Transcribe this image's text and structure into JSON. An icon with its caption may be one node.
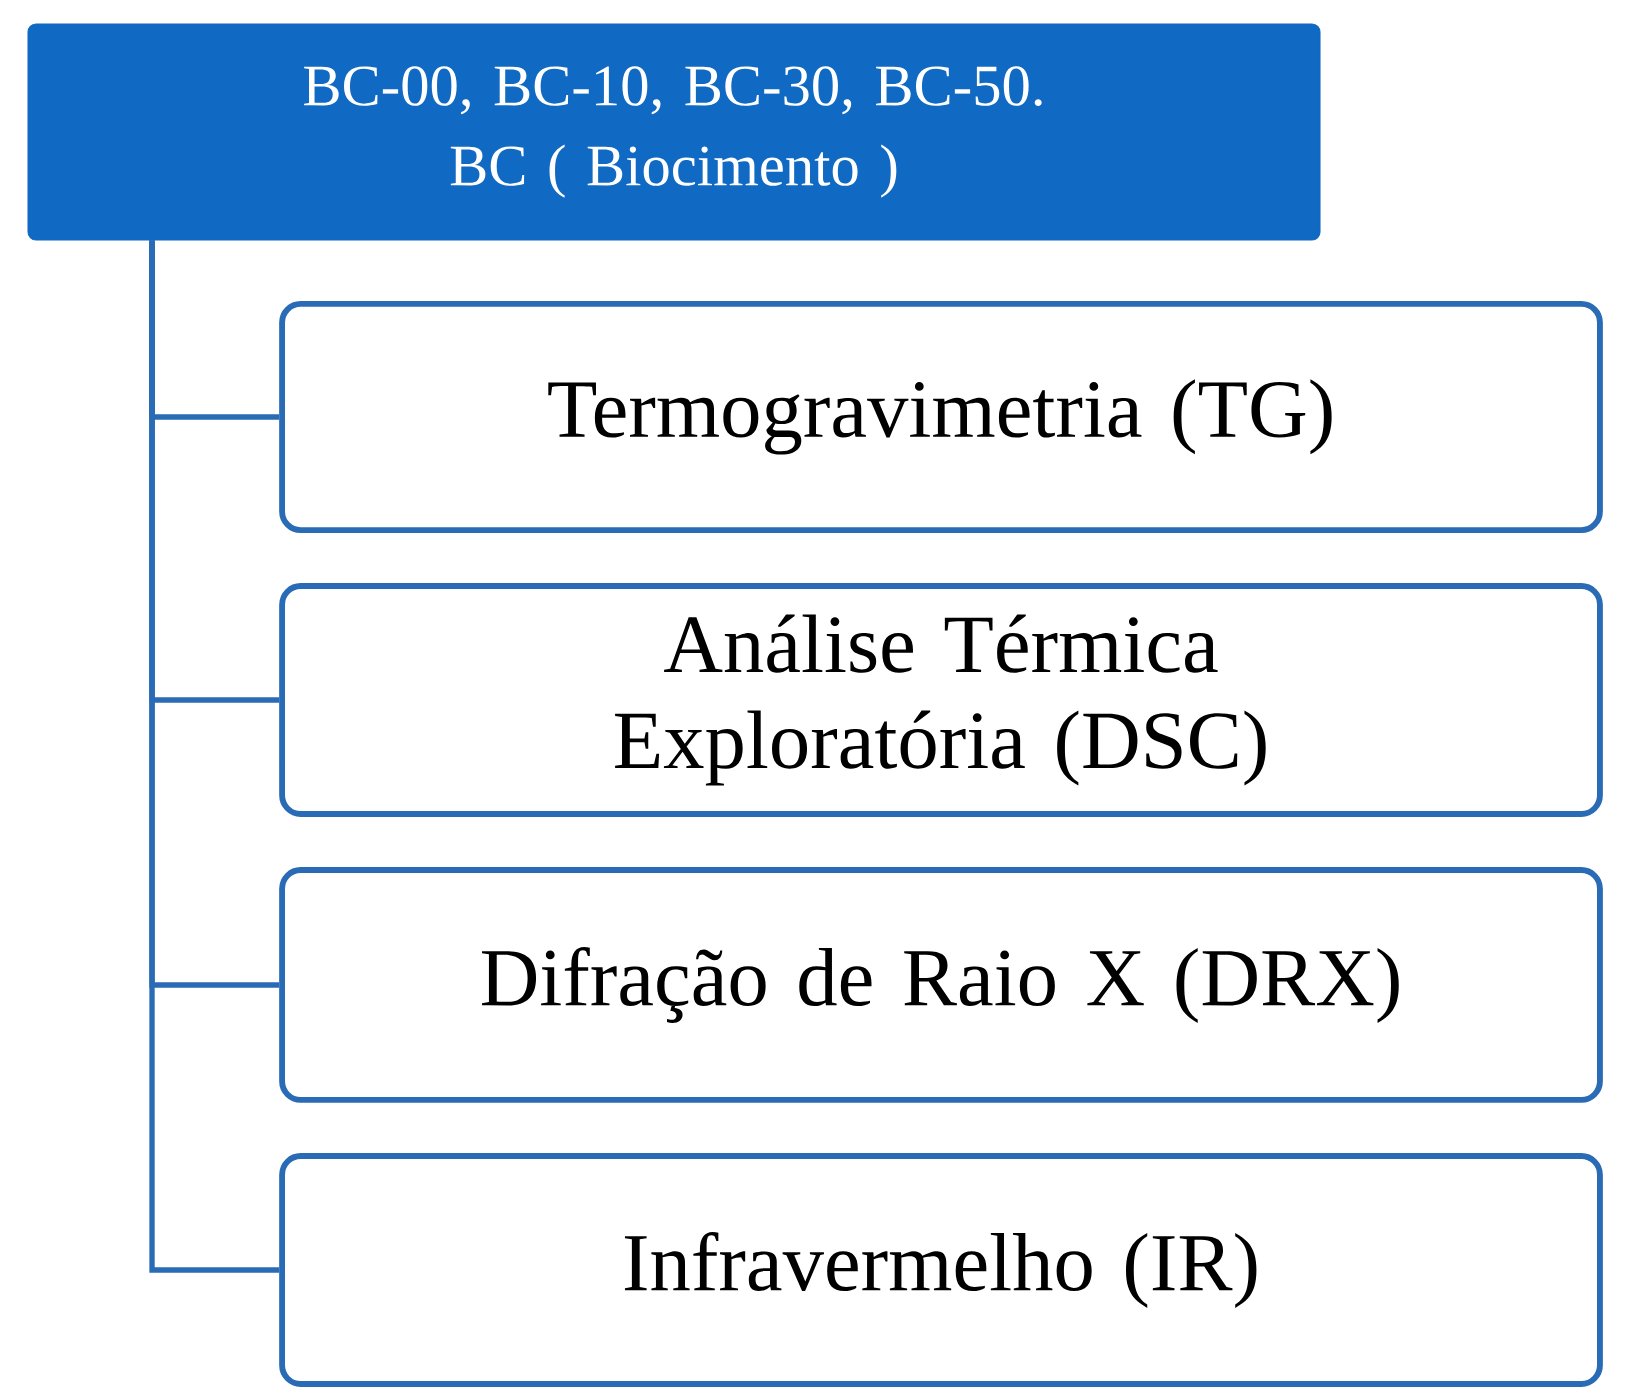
{
  "diagram": {
    "nodes": [
      {
        "text": [
          "BC-00, BC-10, BC-30, BC-50.",
          "BC ( Biocimento )"
        ]
      },
      {
        "text": [
          "Termogravimetria (TG)"
        ]
      },
      {
        "text": [
          "Análise Térmica Exploratória (DSC)"
        ]
      },
      {
        "text": [
          "Difração de Raio X (DRX)"
        ]
      },
      {
        "text": [
          "Infravermelho (IR)"
        ]
      }
    ],
    "edges": [
      {
        "from": 0,
        "to": 1,
        "arrow": "none"
      },
      {
        "from": 0,
        "to": 2,
        "arrow": "none"
      },
      {
        "from": 0,
        "to": 3,
        "arrow": "none"
      },
      {
        "from": 0,
        "to": 4,
        "arrow": "none"
      }
    ]
  }
}
